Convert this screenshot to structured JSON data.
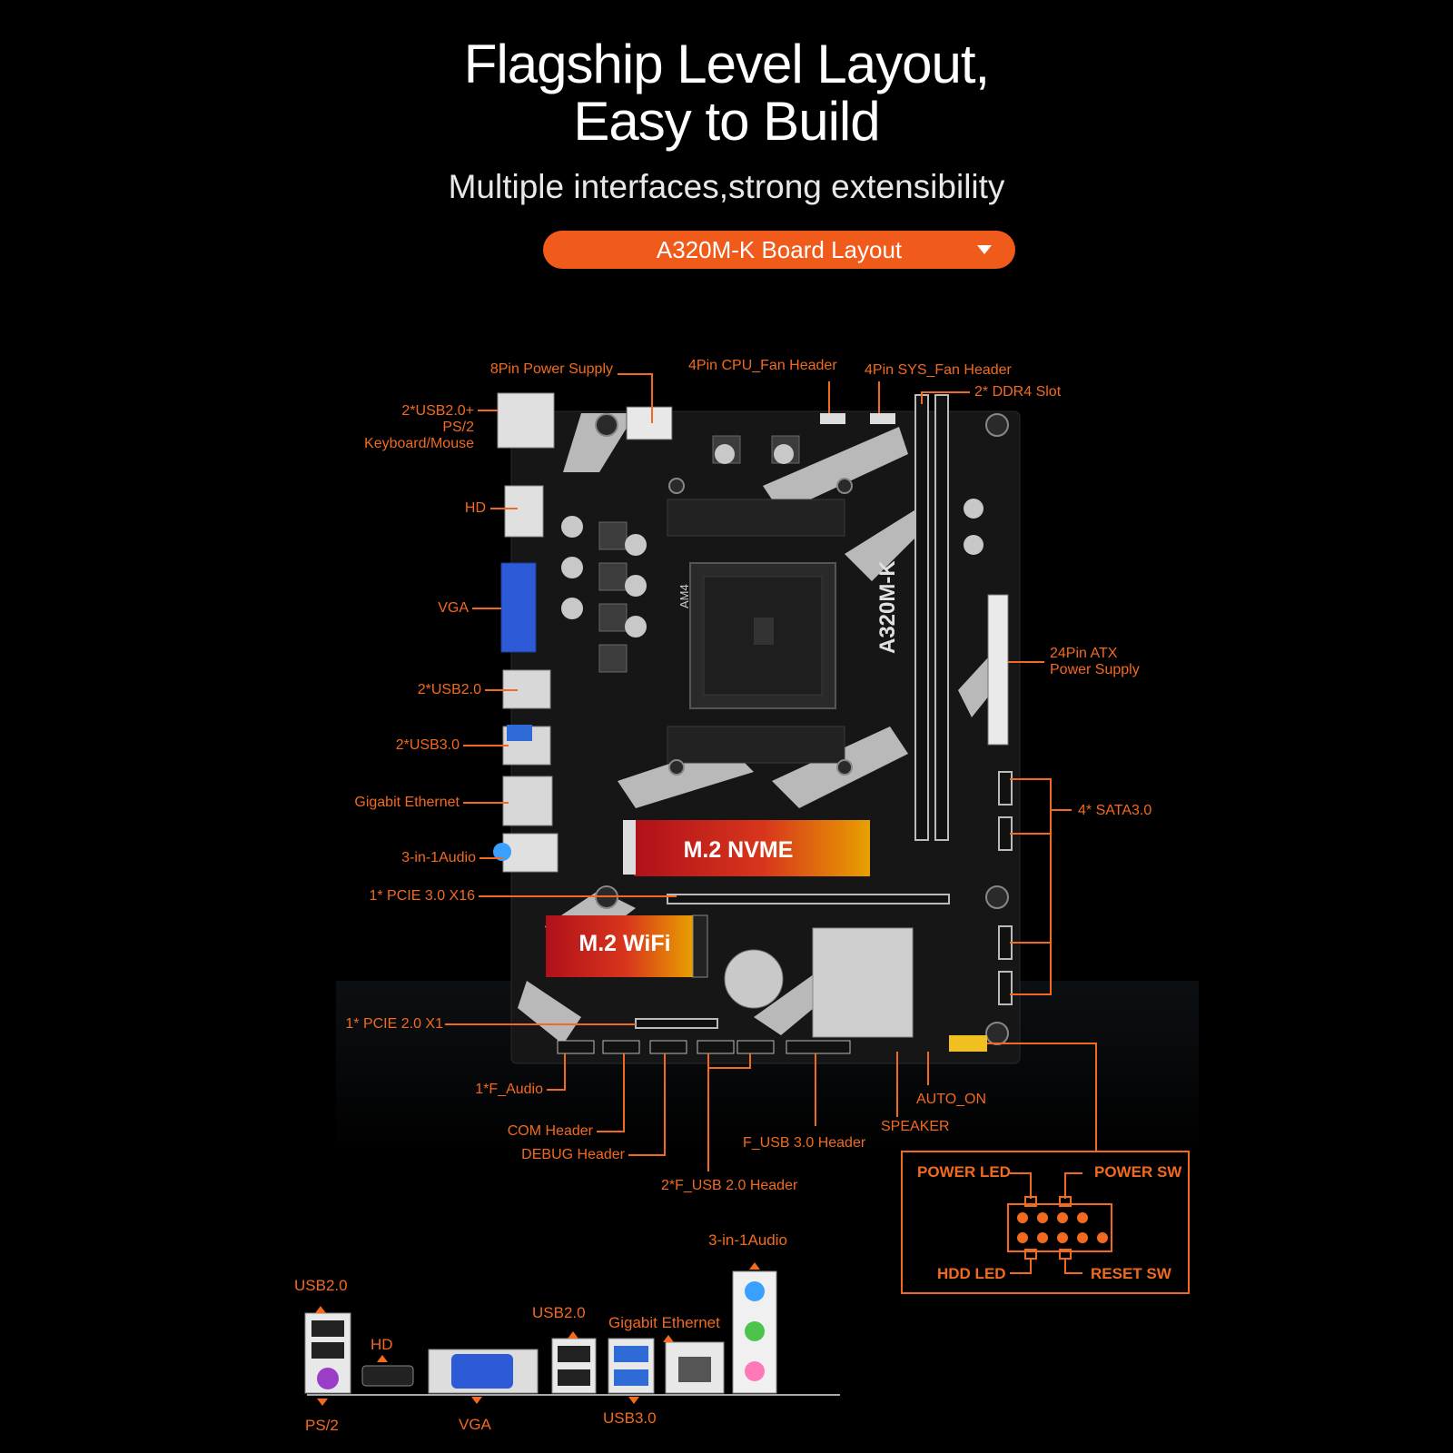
{
  "header": {
    "title_line1": "Flagship Level Layout,",
    "title_line2": "Easy to Build",
    "subtitle": "Multiple interfaces,strong extensibility",
    "pill_label": "A320M-K  Board Layout"
  },
  "board": {
    "m2_nvme": "M.2 NVME",
    "m2_wifi": "M.2 WiFi",
    "model_print": "A320M-K",
    "socket_print": "AM4"
  },
  "labels": {
    "power_8pin": "8Pin Power Supply",
    "cpu_fan": "4Pin CPU_Fan Header",
    "sys_fan": "4Pin SYS_Fan Header",
    "ddr4": "2* DDR4 Slot",
    "usb_ps2_1": "2*USB2.0+",
    "usb_ps2_2": "PS/2",
    "usb_ps2_3": "Keyboard/Mouse",
    "hd": "HD",
    "vga": "VGA",
    "usb20": "2*USB2.0",
    "usb30": "2*USB3.0",
    "ethernet": "Gigabit Ethernet",
    "audio": "3-in-1Audio",
    "pcie16": "1* PCIE 3.0 X16",
    "atx_1": "24Pin ATX",
    "atx_2": "Power Supply",
    "sata": "4* SATA3.0",
    "pcie1": "1* PCIE 2.0 X1",
    "f_audio": "1*F_Audio",
    "com": "COM Header",
    "debug": "DEBUG Header",
    "f_usb2": "2*F_USB 2.0 Header",
    "f_usb3": "F_USB 3.0 Header",
    "speaker": "SPEAKER",
    "auto_on": "AUTO_ON"
  },
  "panel_box": {
    "power_led": "POWER LED",
    "power_sw": "POWER SW",
    "hdd_led": "HDD LED",
    "reset_sw": "RESET SW"
  },
  "io_panel": {
    "usb20_a": "USB2.0",
    "ps2": "PS/2",
    "hd": "HD",
    "vga": "VGA",
    "usb20_b": "USB2.0",
    "ethernet": "Gigabit Ethernet",
    "usb30": "USB3.0",
    "audio": "3-in-1Audio"
  },
  "colors": {
    "accent": "#f05a1a",
    "label": "#f26a1f",
    "board": "#1a1a1a",
    "vga_blue": "#2d5bd8",
    "usb3_blue": "#2f6bd6"
  }
}
